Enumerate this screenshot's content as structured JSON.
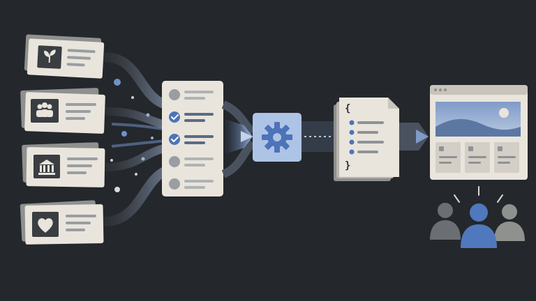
{
  "palette": {
    "background": "#24272b",
    "card": "#e9e5dc",
    "card_back": "#8f918f",
    "icon_tile": "#3a3d42",
    "accent": "#4d73b8",
    "accent_light": "#aec4e6",
    "line_gray": "#9a9ea3",
    "flow_gray": "#5b5f64"
  },
  "sources": [
    {
      "icon": "leaf-icon"
    },
    {
      "icon": "people-group-icon"
    },
    {
      "icon": "bank-building-icon"
    },
    {
      "icon": "heart-icon"
    }
  ],
  "checklist": {
    "items": [
      {
        "state": "unchecked"
      },
      {
        "state": "checked"
      },
      {
        "state": "checked"
      },
      {
        "state": "unchecked"
      },
      {
        "state": "unchecked"
      }
    ]
  },
  "processor": {
    "icon": "gear-icon"
  },
  "structured_doc": {
    "open_brace": "{",
    "close_brace": "}",
    "rows": 4
  },
  "output_window": {
    "icon": "landscape-image-icon",
    "cards": 3
  },
  "audience": {
    "icon": "people-icon",
    "count": 3
  }
}
